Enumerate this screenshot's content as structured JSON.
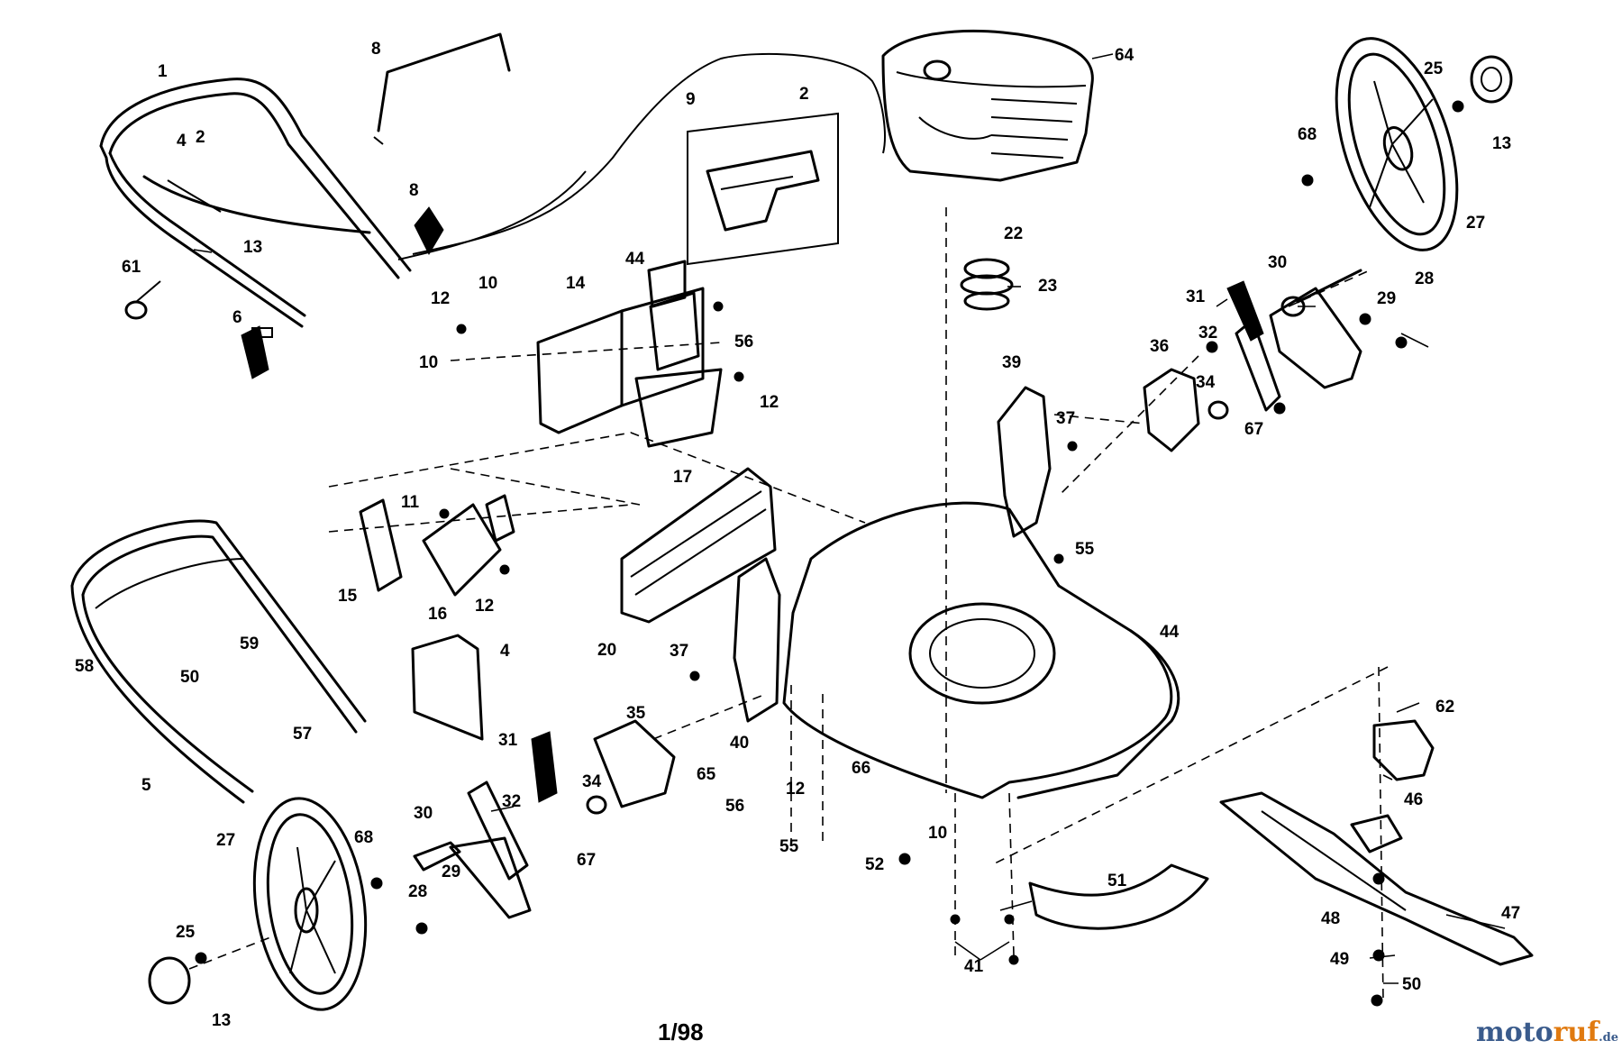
{
  "diagram": {
    "callouts": [
      {
        "id": "c1",
        "text": "1"
      },
      {
        "id": "c2",
        "text": "8"
      },
      {
        "id": "c3",
        "text": "4"
      },
      {
        "id": "c4",
        "text": "2"
      },
      {
        "id": "c5",
        "text": "13"
      },
      {
        "id": "c6",
        "text": "61"
      },
      {
        "id": "c7",
        "text": "6"
      },
      {
        "id": "c8",
        "text": "8"
      },
      {
        "id": "c9",
        "text": "9"
      },
      {
        "id": "c10",
        "text": "2"
      },
      {
        "id": "c11",
        "text": "64"
      },
      {
        "id": "c12",
        "text": "25"
      },
      {
        "id": "c13",
        "text": "13"
      },
      {
        "id": "c14",
        "text": "68"
      },
      {
        "id": "c15",
        "text": "27"
      },
      {
        "id": "c16",
        "text": "22"
      },
      {
        "id": "c17",
        "text": "23"
      },
      {
        "id": "c18",
        "text": "30"
      },
      {
        "id": "c19",
        "text": "31"
      },
      {
        "id": "c20",
        "text": "28"
      },
      {
        "id": "c21",
        "text": "29"
      },
      {
        "id": "c22",
        "text": "32"
      },
      {
        "id": "c23",
        "text": "36"
      },
      {
        "id": "c24",
        "text": "39"
      },
      {
        "id": "c25",
        "text": "34"
      },
      {
        "id": "c26",
        "text": "37"
      },
      {
        "id": "c27",
        "text": "67"
      },
      {
        "id": "c28",
        "text": "44"
      },
      {
        "id": "c29",
        "text": "14"
      },
      {
        "id": "c30",
        "text": "10"
      },
      {
        "id": "c31",
        "text": "12"
      },
      {
        "id": "c32",
        "text": "56"
      },
      {
        "id": "c33",
        "text": "10"
      },
      {
        "id": "c34",
        "text": "12"
      },
      {
        "id": "c35",
        "text": "17"
      },
      {
        "id": "c36",
        "text": "11"
      },
      {
        "id": "c37",
        "text": "15"
      },
      {
        "id": "c38",
        "text": "16"
      },
      {
        "id": "c39",
        "text": "12"
      },
      {
        "id": "c40",
        "text": "20"
      },
      {
        "id": "c41",
        "text": "55"
      },
      {
        "id": "c42",
        "text": "44"
      },
      {
        "id": "c43",
        "text": "58"
      },
      {
        "id": "c44",
        "text": "59"
      },
      {
        "id": "c45",
        "text": "50"
      },
      {
        "id": "c46",
        "text": "4"
      },
      {
        "id": "c47",
        "text": "57"
      },
      {
        "id": "c48",
        "text": "5"
      },
      {
        "id": "c49",
        "text": "37"
      },
      {
        "id": "c50",
        "text": "35"
      },
      {
        "id": "c51",
        "text": "31"
      },
      {
        "id": "c52",
        "text": "40"
      },
      {
        "id": "c53",
        "text": "65"
      },
      {
        "id": "c54",
        "text": "34"
      },
      {
        "id": "c55",
        "text": "32"
      },
      {
        "id": "c56",
        "text": "56"
      },
      {
        "id": "c57",
        "text": "66"
      },
      {
        "id": "c58",
        "text": "12"
      },
      {
        "id": "c59",
        "text": "55"
      },
      {
        "id": "c60",
        "text": "10"
      },
      {
        "id": "c61",
        "text": "52"
      },
      {
        "id": "c62",
        "text": "62"
      },
      {
        "id": "c63",
        "text": "46"
      },
      {
        "id": "c64",
        "text": "27"
      },
      {
        "id": "c65",
        "text": "30"
      },
      {
        "id": "c66",
        "text": "68"
      },
      {
        "id": "c67",
        "text": "67"
      },
      {
        "id": "c68",
        "text": "29"
      },
      {
        "id": "c69",
        "text": "28"
      },
      {
        "id": "c70",
        "text": "25"
      },
      {
        "id": "c71",
        "text": "13"
      },
      {
        "id": "c72",
        "text": "51"
      },
      {
        "id": "c73",
        "text": "41"
      },
      {
        "id": "c74",
        "text": "48"
      },
      {
        "id": "c75",
        "text": "47"
      },
      {
        "id": "c76",
        "text": "49"
      },
      {
        "id": "c77",
        "text": "50"
      }
    ],
    "footer_date": "1/98"
  },
  "watermark": {
    "part1": "moto",
    "part2": "ruf",
    "part3": ".de"
  }
}
